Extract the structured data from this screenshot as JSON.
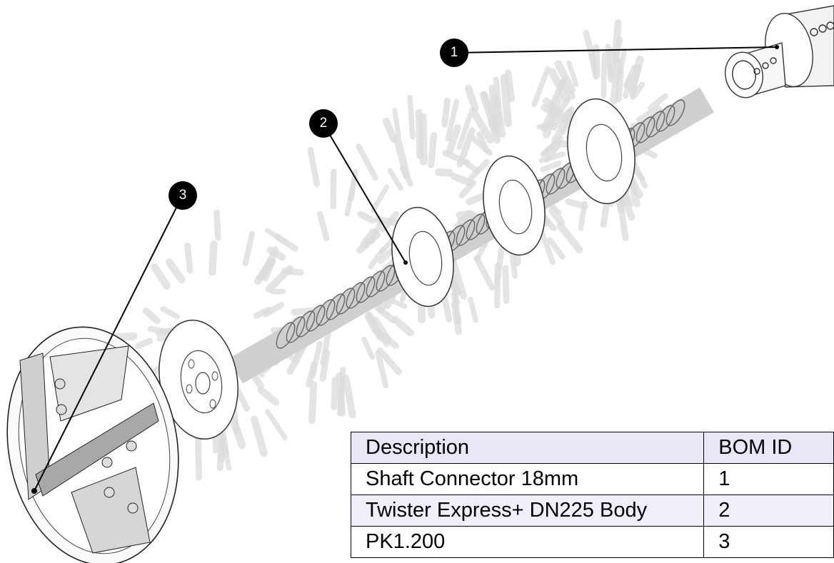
{
  "callouts": [
    {
      "label": "1"
    },
    {
      "label": "2"
    },
    {
      "label": "3"
    }
  ],
  "bom_table": {
    "headers": {
      "description": "Description",
      "bom_id": "BOM ID"
    },
    "rows": [
      {
        "description": "Shaft Connector 18mm",
        "bom_id": "1"
      },
      {
        "description": "Twister Express+ DN225 Body",
        "bom_id": "2"
      },
      {
        "description": "PK1.200",
        "bom_id": "3"
      }
    ]
  },
  "colors": {
    "bristle": "#dcdcdc",
    "outline": "#333333",
    "header_fill": "#e8e6f7"
  }
}
